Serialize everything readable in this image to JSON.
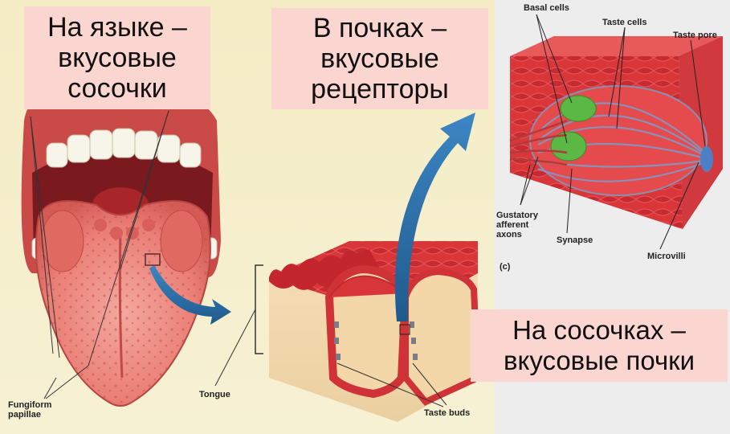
{
  "captions": {
    "tongue": [
      "На языке –",
      "вкусовые",
      "сосочки"
    ],
    "buds": [
      "В почках –",
      "вкусовые",
      "рецепторы"
    ],
    "papillae": [
      "На сосочках –",
      "вкусовые почки"
    ]
  },
  "labels": {
    "fungiform_papillae": [
      "Fungiform",
      "papillae"
    ],
    "tongue": "Tongue",
    "taste_buds": "Taste buds",
    "basal_cells": "Basal cells",
    "taste_cells": "Taste cells",
    "taste_pore": "Taste pore",
    "gustatory_afferent_axons": [
      "Gustatory",
      "afferent",
      "axons"
    ],
    "synapse": "Synapse",
    "microvilli": "Microvilli",
    "panel_c": "(c)"
  },
  "colors": {
    "background": "#f4ecc4",
    "caption_bg": "#fbd6d0",
    "tissue_red": "#d8343a",
    "tissue_pink": "#f08a84",
    "arrow_blue": "#2c6ea8",
    "basal_green": "#5cb844"
  }
}
